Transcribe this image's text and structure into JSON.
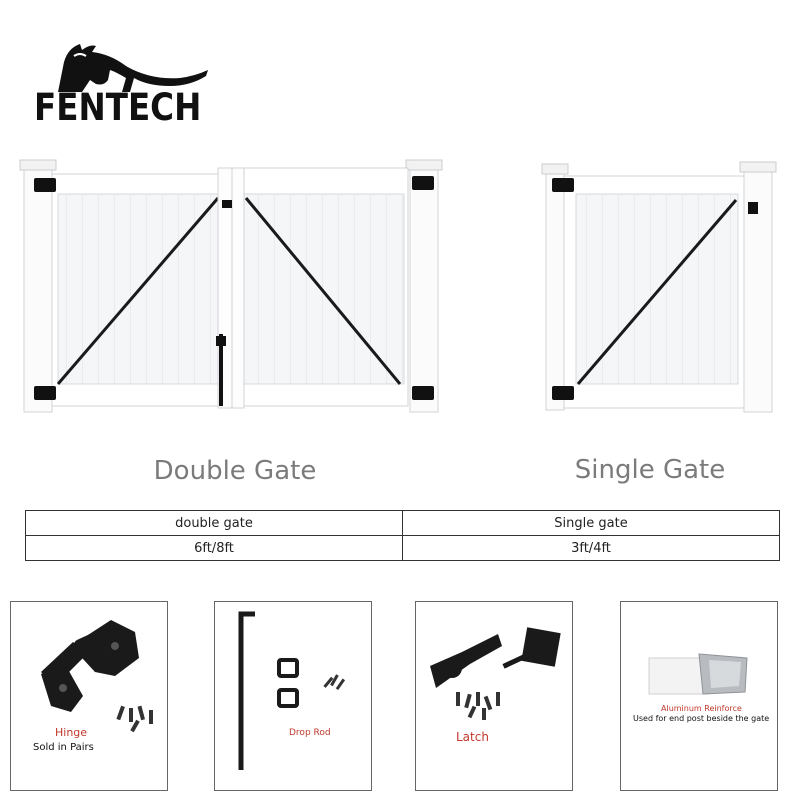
{
  "brand": {
    "logo_text": "FENTECH",
    "logo_mark": "horse-head-icon"
  },
  "gates": {
    "double_caption": "Double Gate",
    "single_caption": "Single Gate"
  },
  "size_table": {
    "header": [
      "double gate",
      "Single gate"
    ],
    "sizes": [
      "6ft/8ft",
      "3ft/4ft"
    ]
  },
  "accessories": {
    "hinge": {
      "label": "Hinge",
      "sub": "Sold in Pairs",
      "icon": "hinge-icon"
    },
    "drop_rod": {
      "label": "Drop Rod",
      "icon": "drop-rod-icon"
    },
    "latch": {
      "label": "Latch",
      "icon": "latch-icon"
    },
    "reinforce": {
      "label": "Aluminum Reinforce",
      "sub": "Used for end post beside the gate",
      "icon": "aluminum-channel-icon"
    }
  },
  "colors": {
    "label_red": "#c0392b",
    "caption_gray": "#7b7b7b",
    "gate_white": "#ffffff",
    "hardware_black": "#111111"
  }
}
